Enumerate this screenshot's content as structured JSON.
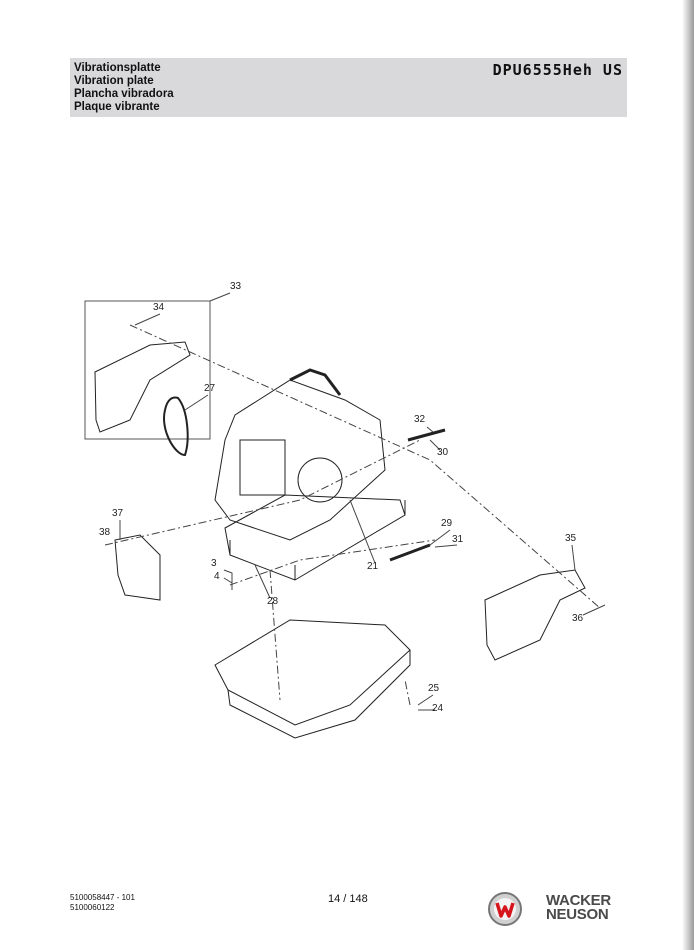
{
  "header": {
    "titles": [
      "Vibrationsplatte",
      "Vibration plate",
      "Plancha vibradora",
      "Plaque vibrante"
    ],
    "model": "DPU6555Heh US"
  },
  "callouts": {
    "c33": "33",
    "c34": "34",
    "c27": "27",
    "c32": "32",
    "c30": "30",
    "c29": "29",
    "c31": "31",
    "c21": "21",
    "c37": "37",
    "c38": "38",
    "c3": "3",
    "c4": "4",
    "c28": "28",
    "c35": "35",
    "c36": "36",
    "c25": "25",
    "c24": "24"
  },
  "footer": {
    "doc_line1": "5100058447 - 101",
    "doc_line2": "5100060122",
    "page": "14 / 148",
    "brand_line1": "WACKER",
    "brand_line2": "NEUSON"
  },
  "colors": {
    "header_bg": "#d9d9db",
    "logo_red": "#d6161d"
  }
}
